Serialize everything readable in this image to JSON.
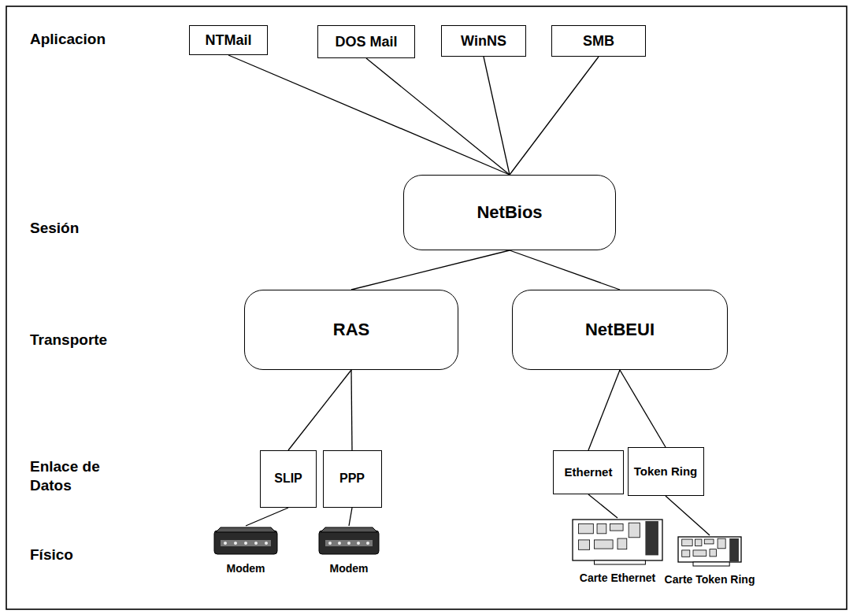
{
  "diagram": {
    "nodes": [
      {
        "text": [
          "NTMail"
        ]
      },
      {
        "text": [
          "DOS Mail"
        ]
      },
      {
        "text": [
          "WinNS"
        ]
      },
      {
        "text": [
          "SMB"
        ]
      },
      {
        "text": [
          "NetBios"
        ]
      },
      {
        "text": [
          "RAS"
        ]
      },
      {
        "text": [
          "NetBEUI"
        ]
      },
      {
        "text": [
          "SLIP"
        ]
      },
      {
        "text": [
          "PPP"
        ]
      },
      {
        "text": [
          "Ethernet"
        ]
      },
      {
        "text": [
          "Token Ring"
        ]
      },
      {
        "text": [
          "Modem"
        ]
      },
      {
        "text": [
          "Modem"
        ]
      },
      {
        "text": [
          "Carte Ethernet"
        ]
      },
      {
        "text": [
          "Carte Token Ring"
        ]
      }
    ],
    "edges": [
      {
        "from": 0,
        "to": 4,
        "arrow": "none"
      },
      {
        "from": 1,
        "to": 4,
        "arrow": "none"
      },
      {
        "from": 2,
        "to": 4,
        "arrow": "none"
      },
      {
        "from": 3,
        "to": 4,
        "arrow": "none"
      },
      {
        "from": 4,
        "to": 5,
        "arrow": "none"
      },
      {
        "from": 4,
        "to": 6,
        "arrow": "none"
      },
      {
        "from": 5,
        "to": 7,
        "arrow": "none"
      },
      {
        "from": 5,
        "to": 8,
        "arrow": "none"
      },
      {
        "from": 6,
        "to": 9,
        "arrow": "none"
      },
      {
        "from": 6,
        "to": 10,
        "arrow": "none"
      },
      {
        "from": 7,
        "to": 11,
        "arrow": "none"
      },
      {
        "from": 8,
        "to": 12,
        "arrow": "none"
      },
      {
        "from": 9,
        "to": 13,
        "arrow": "none"
      },
      {
        "from": 10,
        "to": 14,
        "arrow": "none"
      }
    ],
    "labels": [
      "Aplicacion",
      "Sesión",
      "Transporte",
      "Enlace de Datos",
      "Físico"
    ]
  }
}
